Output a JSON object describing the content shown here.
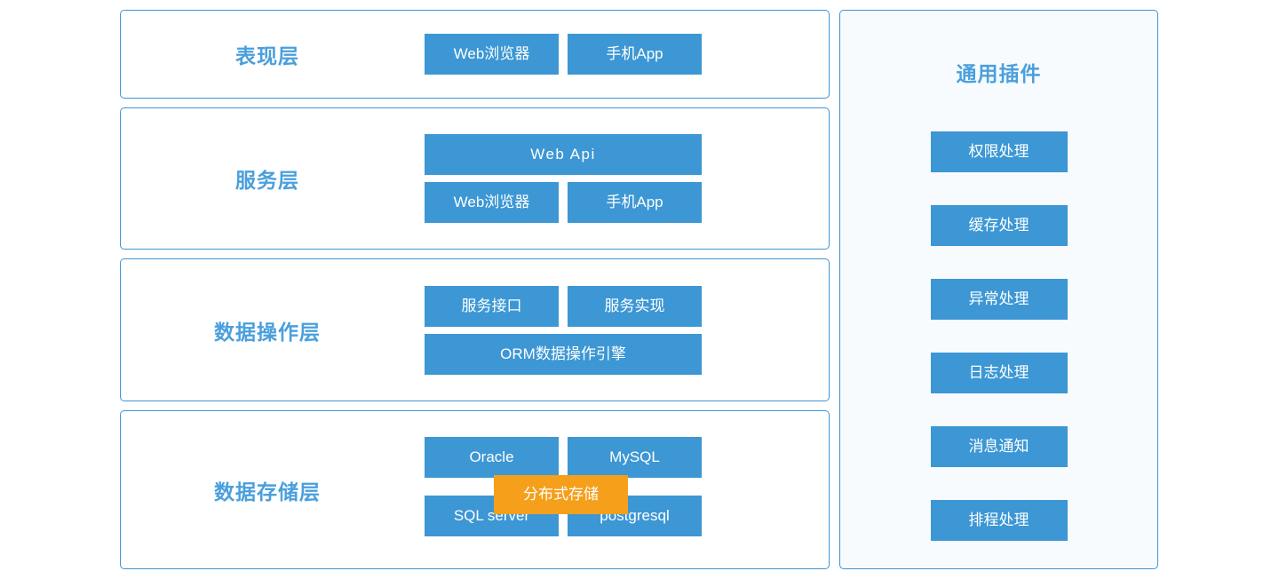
{
  "diagram": {
    "colors": {
      "panel_border": "#3e93d4",
      "box_blue": "#3c97d4",
      "box_orange": "#f59f1b",
      "title_blue": "#4a9fdc",
      "plugin_panel_bg": "#f7fbfe",
      "layer_panel_bg": "#ffffff",
      "box_text": "#ffffff"
    },
    "layers": [
      {
        "title": "表现层",
        "rows": [
          {
            "boxes": [
              {
                "label": "Web浏览器",
                "style": "blue"
              },
              {
                "label": "手机App",
                "style": "blue"
              }
            ]
          }
        ]
      },
      {
        "title": "服务层",
        "rows": [
          {
            "boxes": [
              {
                "label": "Web Api",
                "style": "blue-wide"
              }
            ]
          },
          {
            "boxes": [
              {
                "label": "Web浏览器",
                "style": "blue"
              },
              {
                "label": "手机App",
                "style": "blue"
              }
            ]
          }
        ]
      },
      {
        "title": "数据操作层",
        "rows": [
          {
            "boxes": [
              {
                "label": "服务接口",
                "style": "blue"
              },
              {
                "label": "服务实现",
                "style": "blue"
              }
            ]
          },
          {
            "boxes": [
              {
                "label": "ORM数据操作引擎",
                "style": "blue-wide"
              }
            ]
          }
        ]
      },
      {
        "title": "数据存储层",
        "rows": [
          {
            "boxes": [
              {
                "label": "Oracle",
                "style": "blue"
              },
              {
                "label": "MySQL",
                "style": "blue"
              }
            ]
          },
          {
            "boxes": [
              {
                "label": "SQL server",
                "style": "blue"
              },
              {
                "label": "postgresql",
                "style": "blue"
              }
            ]
          }
        ],
        "overlay": {
          "label": "分布式存储",
          "style": "orange"
        }
      }
    ],
    "plugins": {
      "title": "通用插件",
      "items": [
        {
          "label": "权限处理"
        },
        {
          "label": "缓存处理"
        },
        {
          "label": "异常处理"
        },
        {
          "label": "日志处理"
        },
        {
          "label": "消息通知"
        },
        {
          "label": "排程处理"
        }
      ]
    }
  }
}
